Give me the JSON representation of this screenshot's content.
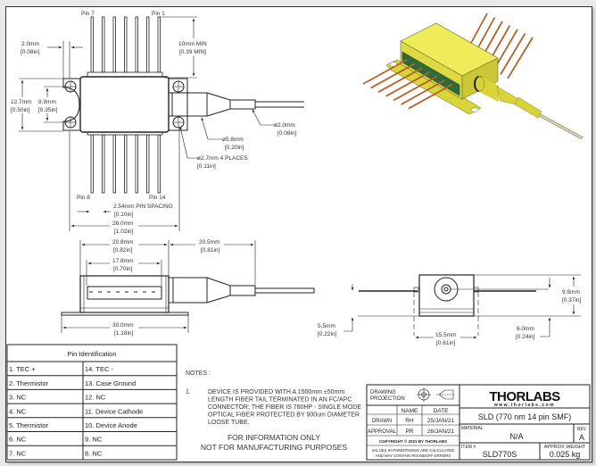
{
  "drawing": {
    "top_view": {
      "pin_labels": {
        "top_left": "Pin 7",
        "top_right": "Pin 1",
        "bottom_left": "Pin 8",
        "bottom_right": "Pin 14"
      },
      "dims": {
        "ear_width": {
          "mm": "2.0mm",
          "in": "[0.08in]"
        },
        "lead_length": {
          "mm": "10mm MIN",
          "in": "[0.39 MIN]"
        },
        "body_height": {
          "mm": "12.7mm",
          "in": "[0.50in]"
        },
        "hole_spacing": {
          "mm": "8.9mm",
          "in": "[0.35in]"
        },
        "boot_dia": {
          "mm": "ø5.8mm",
          "in": "[0.20in]"
        },
        "fiber_dia": {
          "mm": "ø2.0mm",
          "in": "[0.08in]"
        },
        "hole_dia": {
          "mm": "ø2.7mm 4 PLACES",
          "in": "[0.11in]"
        },
        "pin_spacing": {
          "mm": "2.54mm PIN SPACING",
          "in": "[0.10in]"
        },
        "overall_width": {
          "mm": "26.0mm",
          "in": "[1.02in]"
        }
      }
    },
    "side_view": {
      "dims": {
        "body_length": {
          "mm": "20.8mm",
          "in": "[0.82in]"
        },
        "boot_length": {
          "mm": "20.5mm",
          "in": "[0.81in]"
        },
        "window_length": {
          "mm": "17.8mm",
          "in": "[0.70in]"
        },
        "flange_length": {
          "mm": "30.0mm",
          "in": "[1.18in]"
        }
      }
    },
    "end_view": {
      "dims": {
        "lead_height": {
          "mm": "5.5mm",
          "in": "[0.22in]"
        },
        "height": {
          "mm": "9.5mm",
          "in": "[0.37in]"
        },
        "width": {
          "mm": "15.5mm",
          "in": "[0.61in]"
        },
        "axis_height": {
          "mm": "6.0mm",
          "in": "[0.24in]"
        }
      }
    },
    "iso_colors": {
      "body": "#e8e64a",
      "pins": "#b3632a",
      "pcb": "#2f6b3a",
      "fiber": "#d8d5b0"
    }
  },
  "pin_table": {
    "title": "Pin Identification",
    "rows": [
      [
        "1. TEC +",
        "14. TEC -"
      ],
      [
        "2. Thermistor",
        "13. Case Ground"
      ],
      [
        "3. NC",
        "12. NC"
      ],
      [
        "4. NC",
        "11. Device Cathode"
      ],
      [
        "5. Thermistor",
        "10. Device Anode"
      ],
      [
        "6. NC",
        "9. NC"
      ],
      [
        "7. NC",
        "8. NC"
      ]
    ]
  },
  "notes": {
    "heading": "NOTES :",
    "number": "1.",
    "lines": [
      "DEVICE IS PROVIDED WITH A 1500mm ±50mm",
      "LENGTH FIBER TAIL TERMINATED IN AN FC/APC",
      "CONNECTOR; THE FIBER IS 780HP - SINGLE MODE",
      "OPTICAL FIBER PROTECTED BY 900um DIAMETER",
      "LOOSE TUBE."
    ],
    "disclaimer": [
      "FOR INFORMATION ONLY",
      "NOT FOR MANUFACTURING PURPOSES"
    ]
  },
  "title_block": {
    "projection_label": [
      "DRAWING",
      "PROJECTION"
    ],
    "col_name": "NAME",
    "col_date": "DATE",
    "drawn": {
      "label": "DRAWN",
      "name": "RH",
      "date": "25/JAN/21"
    },
    "approval": {
      "label": "APPROVAL",
      "name": "PR",
      "date": "26/JAN/21"
    },
    "copyright": "COPYRIGHT © 2021 BY THORLABS",
    "disclaimer": [
      "VALUES IN PARENTHESIS ARE CALCULATED",
      "AND MAY CONTAIN ROUNDOFF ERRORS"
    ],
    "logo": "THORLABS",
    "website": "www.thorlabs.com",
    "title": "SLD (770 nm 14 pin SMF)",
    "material_label": "MATERIAL",
    "material": "N/A",
    "rev_label": "REV",
    "rev": "A",
    "item_label": "ITEM #",
    "item": "SLD770S",
    "weight_label": "APPROX WEIGHT",
    "weight": "0.025 kg"
  }
}
